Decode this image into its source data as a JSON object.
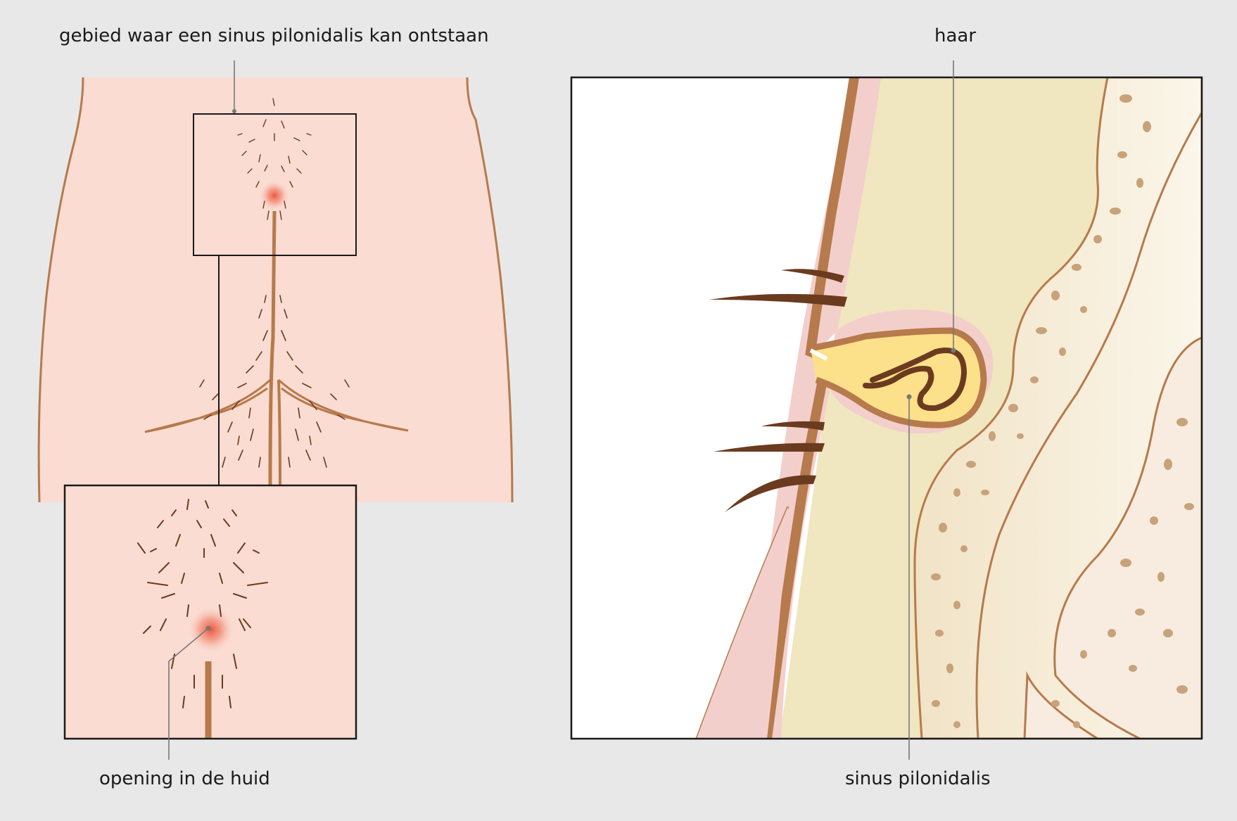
{
  "labels": {
    "area": "gebied waar een sinus pilonidalis kan ontstaan",
    "hair": "haar",
    "opening": "opening in de huid",
    "sinus": "sinus pilonidalis"
  },
  "colors": {
    "background": "#e8e8e8",
    "skin": "#fbdcd2",
    "skin_outline": "#b67a4c",
    "hair": "#6b3b1f",
    "redness": "#e8503a",
    "fat": "#f0e6bf",
    "dermis_pink": "#f3cfcc",
    "bone": "#f7ecdf",
    "bone_spots": "#c8a27a",
    "pus": "#fde08a"
  }
}
